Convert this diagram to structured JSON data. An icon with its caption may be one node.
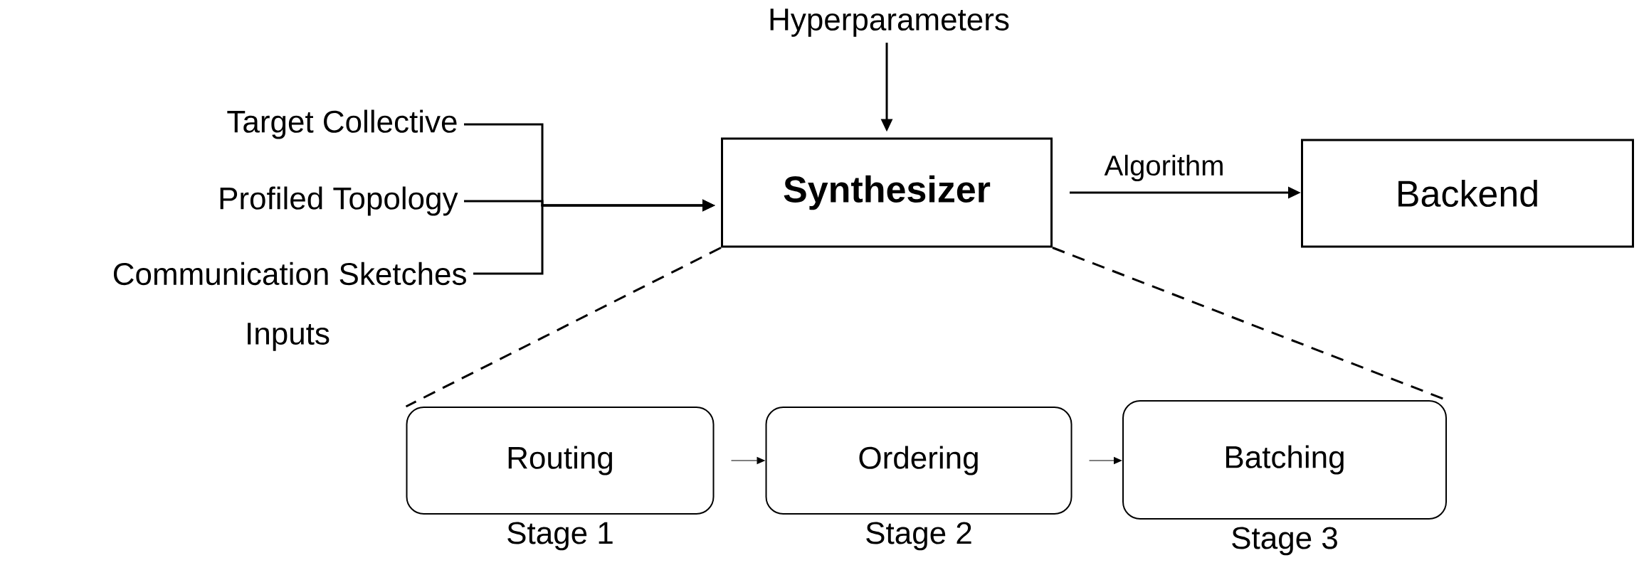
{
  "diagram": {
    "nodes": [
      {
        "text": [
          "Hyperparameters"
        ]
      },
      {
        "text": [
          "Target Collective"
        ]
      },
      {
        "text": [
          "Profiled Topology"
        ]
      },
      {
        "text": [
          "Communication Sketches"
        ]
      },
      {
        "text": [
          "Synthesizer"
        ]
      },
      {
        "text": [
          "Backend"
        ]
      },
      {
        "text": [
          "Routing"
        ],
        "beside": [
          "Stage 1"
        ]
      },
      {
        "text": [
          "Ordering"
        ],
        "beside": [
          "Stage 2"
        ]
      },
      {
        "text": [
          "Batching"
        ],
        "beside": [
          "Stage 3"
        ]
      }
    ],
    "edges": [
      {
        "from": 0,
        "to": 4,
        "arrow": "to"
      },
      {
        "from": 1,
        "to": 4,
        "arrow": "to"
      },
      {
        "from": 2,
        "to": 4,
        "arrow": "to"
      },
      {
        "from": 3,
        "to": 4,
        "arrow": "to"
      },
      {
        "from": 4,
        "to": 5,
        "arrow": "to",
        "label": "Algorithm"
      },
      {
        "from": 6,
        "to": 7,
        "arrow": "to"
      },
      {
        "from": 7,
        "to": 8,
        "arrow": "to"
      },
      {
        "from": 4,
        "to": 6,
        "arrow": "none",
        "style": "dashed"
      },
      {
        "from": 4,
        "to": 8,
        "arrow": "none",
        "style": "dashed"
      }
    ],
    "labels": [
      "Inputs"
    ]
  }
}
